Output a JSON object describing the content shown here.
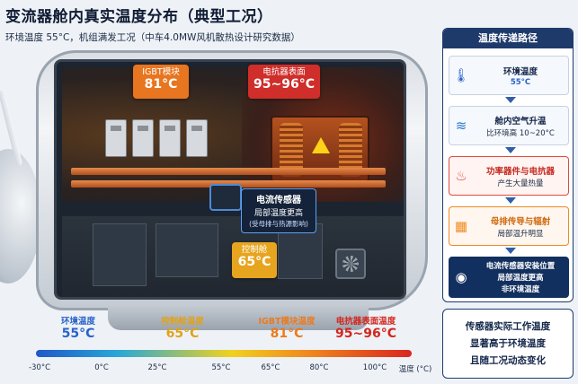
{
  "header": {
    "title": "变流器舱内真实温度分布（典型工况）",
    "subtitle": "环境温度 55°C，机组满发工况（中车4.0MW风机散热设计研究数据）"
  },
  "callouts": {
    "igbt": {
      "label": "IGBT模块",
      "value": "81°C"
    },
    "resistor": {
      "label": "电抗器表面",
      "value": "95~96°C"
    },
    "sensor": {
      "label": "电流传感器",
      "line2": "局部温度更高",
      "line3": "(受母排与热源影响)"
    },
    "control": {
      "label": "控制舱",
      "value": "65°C"
    }
  },
  "scale": {
    "markers": [
      {
        "name": "环境温度",
        "value": "55°C",
        "color": "#2a62c9"
      },
      {
        "name": "控制舱温度",
        "value": "65°C",
        "color": "#e0a21c"
      },
      {
        "name": "IGBT模块温度",
        "value": "81°C",
        "color": "#ec7a1e"
      },
      {
        "name": "电抗器表面温度",
        "value": "95~96°C",
        "color": "#d2271f"
      }
    ],
    "ticks": [
      "-30°C",
      "0°C",
      "25°C",
      "55°C",
      "65°C",
      "80°C",
      "100°C"
    ],
    "unit_label": "温度 (°C)"
  },
  "path_panel": {
    "title": "温度传递路径",
    "steps": [
      {
        "icon": "thermometer-icon",
        "line1": "环境温度",
        "line2": "55°C"
      },
      {
        "icon": "air-wave-icon",
        "line1": "舱内空气升温",
        "line2": "比环境高 10~20°C"
      },
      {
        "icon": "heat-icon",
        "line1": "功率器件与电抗器",
        "line2": "产生大量热量"
      },
      {
        "icon": "busbar-icon",
        "line1": "母排传导与辐射",
        "line2": "局部温升明显"
      },
      {
        "icon": "sensor-icon",
        "line1": "电流传感器安装位置",
        "line2": "局部温度更高",
        "line3": "非环境温度"
      }
    ]
  },
  "summary": {
    "line1": "传感器实际工作温度",
    "line2": "显著高于环境温度",
    "line3": "且随工况动态变化"
  }
}
